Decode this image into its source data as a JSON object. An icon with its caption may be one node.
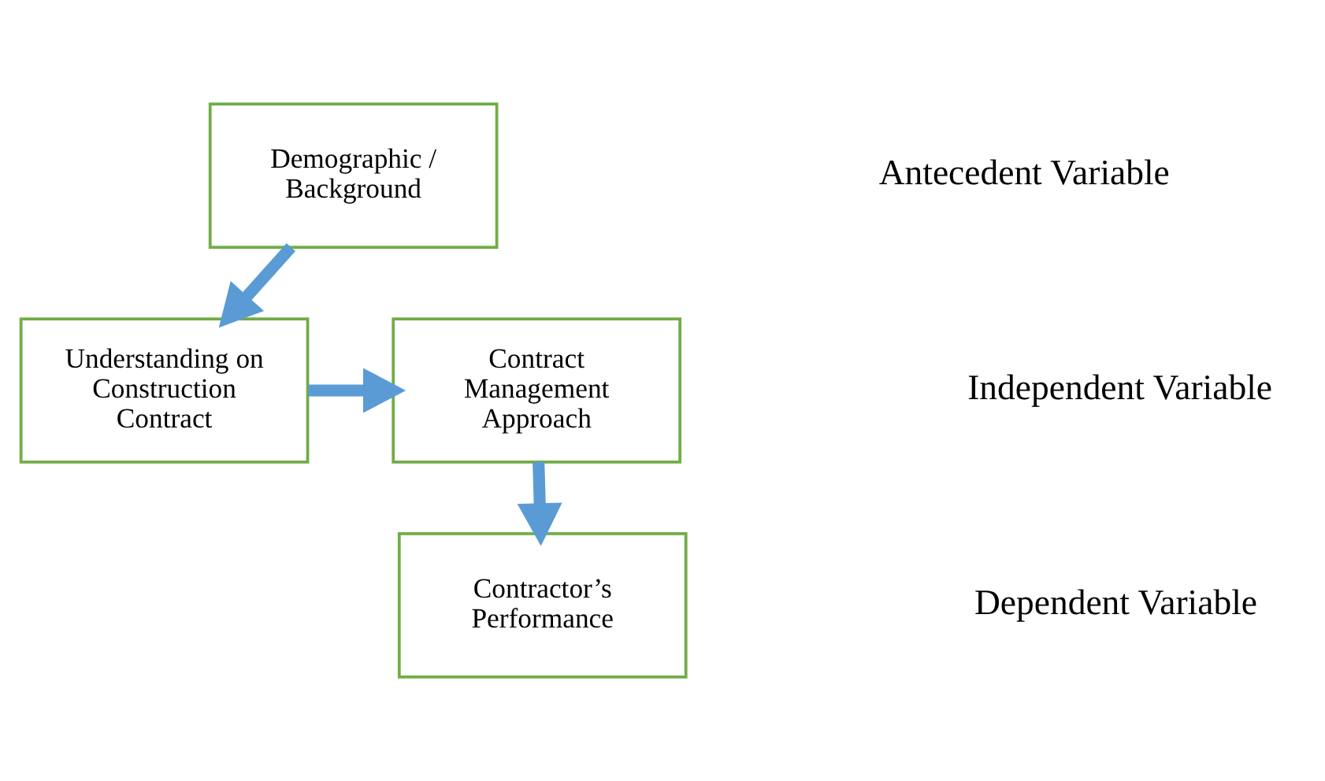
{
  "diagram": {
    "nodes": [
      {
        "text": [
          "Demographic / Background"
        ]
      },
      {
        "text": [
          "Understanding on Construction Contract"
        ]
      },
      {
        "text": [
          "Contract Management Approach"
        ]
      },
      {
        "text": [
          "Contractor’s Performance"
        ]
      }
    ],
    "edges": [
      {
        "from": 0,
        "to": 1,
        "arrow": "to"
      },
      {
        "from": 1,
        "to": 2,
        "arrow": "to"
      },
      {
        "from": 2,
        "to": 3,
        "arrow": "to"
      }
    ],
    "labels": [
      "Antecedent Variable",
      "Independent Variable",
      "Dependent Variable"
    ]
  }
}
